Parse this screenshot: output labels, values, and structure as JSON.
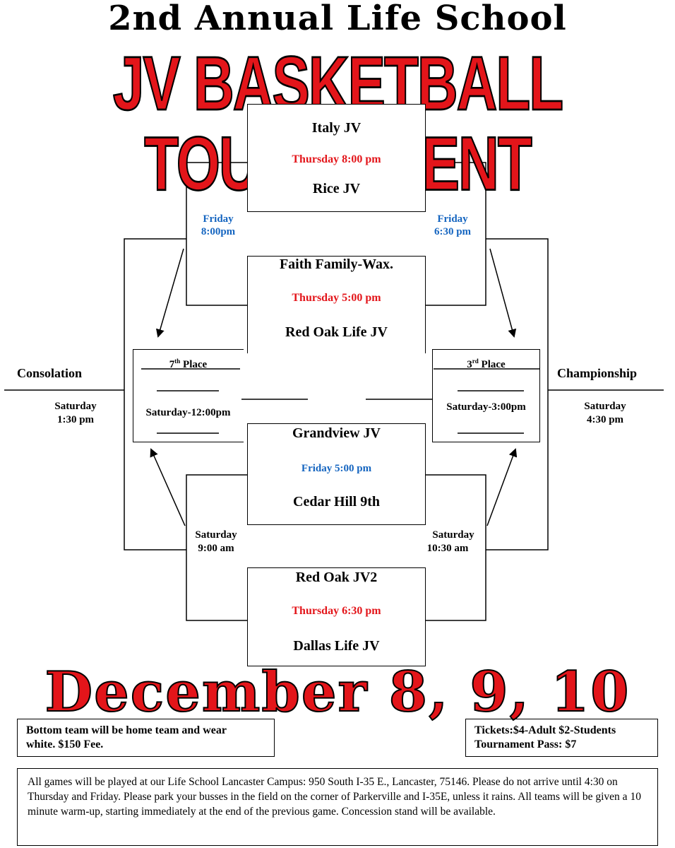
{
  "header": {
    "line1": "2nd Annual Life School",
    "line2": "JV BASKETBALL TOURNAMENT"
  },
  "games": {
    "game1": {
      "team_top": "Italy JV",
      "time": "Thursday  8:00 pm",
      "team_bottom": "Rice JV"
    },
    "game2": {
      "team_top": "Faith Family-Wax.",
      "time": "Thursday  5:00 pm",
      "team_bottom": "Red Oak Life JV"
    },
    "game3": {
      "team_top": "Grandview JV",
      "time": "Friday  5:00 pm",
      "team_bottom": "Cedar Hill 9th"
    },
    "game4": {
      "team_top": "Red Oak JV2",
      "time": "Thursday  6:30 pm",
      "team_bottom": "Dallas Life JV"
    }
  },
  "mid_times": {
    "friday_left": [
      "Friday",
      "8:00pm"
    ],
    "friday_right": [
      "Friday",
      "6:30 pm"
    ],
    "saturday_left": [
      "Saturday",
      "9:00 am"
    ],
    "saturday_right": [
      "Saturday",
      "10:30 am"
    ]
  },
  "place_boxes": {
    "seventh": {
      "title_num": "7",
      "title_sup": "th",
      "title_rest": " Place",
      "time": "Saturday-12:00pm"
    },
    "third": {
      "title_num": "3",
      "title_sup": "rd",
      "title_rest": " Place",
      "time": "Saturday-3:00pm"
    }
  },
  "finals": {
    "consolation": {
      "label": "Consolation",
      "day": "Saturday",
      "time": "1:30 pm"
    },
    "championship": {
      "label": "Championship",
      "day": "Saturday",
      "time": "4:30 pm"
    }
  },
  "dates": "December 8, 9, 10",
  "notes": {
    "home_team": [
      "Bottom team will be home team and wear",
      "white.   $150 Fee."
    ],
    "tickets": [
      "Tickets:$4-Adult  $2-Students",
      "Tournament Pass: $7"
    ],
    "info": "All games will be played at our Life School Lancaster Campus: 950 South I-35 E., Lancaster, 75146.  Please do not arrive until 4:30 on Thursday and Friday.  Please park your busses in the field on the corner of Parkerville and I-35E, unless it rains. All teams will be given a 10 minute warm-up, starting immediately at the end of the previous game. Concession stand will be available."
  },
  "colors": {
    "accent_red": "#e3151a",
    "accent_blue": "#1565c0"
  }
}
